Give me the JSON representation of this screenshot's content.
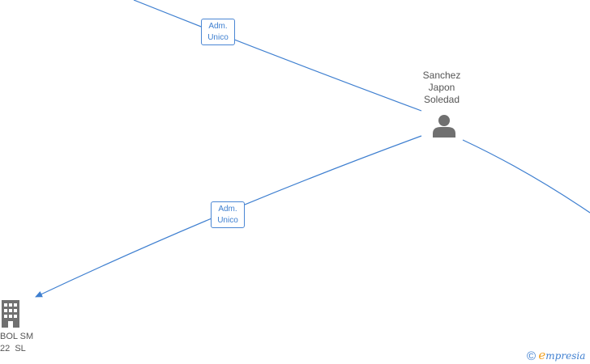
{
  "person": {
    "name_lines": [
      "Sanchez",
      "Japon",
      "Soledad"
    ]
  },
  "edges": [
    {
      "role_lines": [
        "Adm.",
        "Unico"
      ]
    },
    {
      "role_lines": [
        "Adm.",
        "Unico"
      ]
    }
  ],
  "company": {
    "name_lines": [
      "BOL SM",
      "22  SL"
    ]
  },
  "brand": {
    "copyright_symbol": "©",
    "initial": "e",
    "rest": "mpresia"
  },
  "colors": {
    "edge": "#3e7fd0",
    "node_icon": "#707070",
    "label_text": "#555555"
  }
}
